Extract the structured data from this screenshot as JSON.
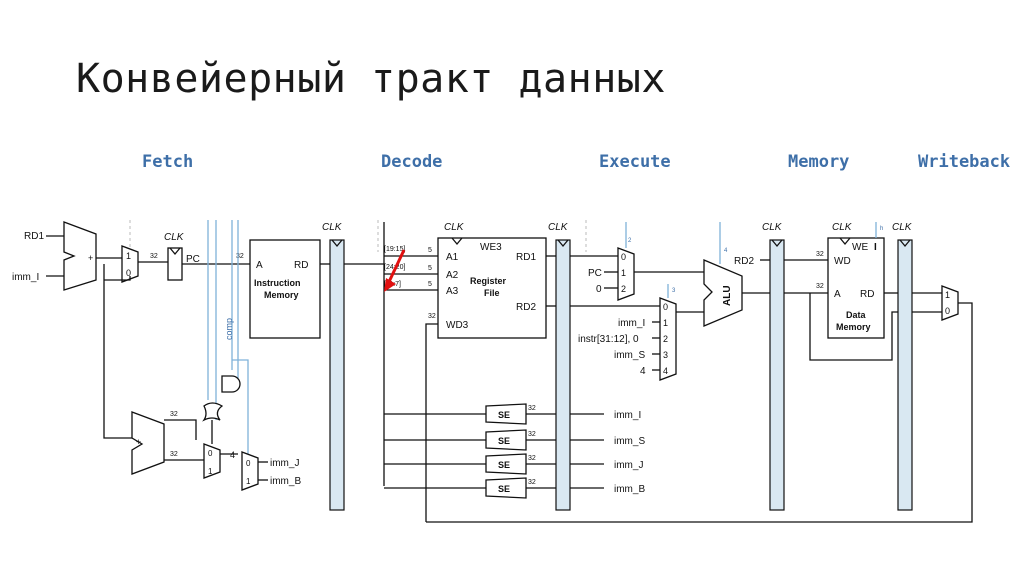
{
  "slide": {
    "title": "Конвейерный тракт данных"
  },
  "stages": [
    "Fetch",
    "Decode",
    "Execute",
    "Memory",
    "Writeback"
  ],
  "diagram": {
    "clk": "CLK",
    "fetch": {
      "rd1": "RD1",
      "imm_i": "imm_I",
      "plus": "+",
      "mux_in": [
        "1",
        "0"
      ],
      "pc": "PC",
      "comp": "comp",
      "mux2_in": [
        "0",
        "1"
      ],
      "four": "4",
      "mux3_in": [
        "0",
        "1"
      ],
      "imm_j": "imm_J",
      "imm_b": "imm_B"
    },
    "instr_mem": {
      "a": "A",
      "rd": "RD",
      "name": [
        "Instruction",
        "Memory"
      ]
    },
    "bus_width": "32",
    "fields": [
      "[19:15]",
      "[24:20]",
      "[11:7]"
    ],
    "field_width": "5",
    "reg_file": {
      "a1": "A1",
      "a2": "A2",
      "a3": "A3",
      "we3": "WE3",
      "rd1": "RD1",
      "rd2": "RD2",
      "wd3": "WD3",
      "name": [
        "Register",
        "File"
      ]
    },
    "se": "SE",
    "imm_out": [
      "imm_I",
      "imm_S",
      "imm_J",
      "imm_B"
    ],
    "execute": {
      "mux_a_in": [
        "0",
        "1",
        "2"
      ],
      "pc": "PC",
      "zero": "0",
      "mux_a_sel": "2",
      "mux_b_in": [
        "0",
        "1",
        "2",
        "3",
        "4"
      ],
      "mux_b_sel": "3",
      "mux_b_src": [
        "imm_I",
        "instr[31:12], 0",
        "imm_S",
        "4"
      ],
      "alu": "ALU",
      "alu_ctl": "4"
    },
    "data_mem": {
      "we": "WE",
      "we_ctl": "I",
      "rd2": "RD2",
      "wd": "WD",
      "a": "A",
      "rd": "RD",
      "name": [
        "Data",
        "Memory"
      ],
      "h": "h"
    },
    "writeback": {
      "mux_in": [
        "1",
        "0"
      ]
    }
  }
}
